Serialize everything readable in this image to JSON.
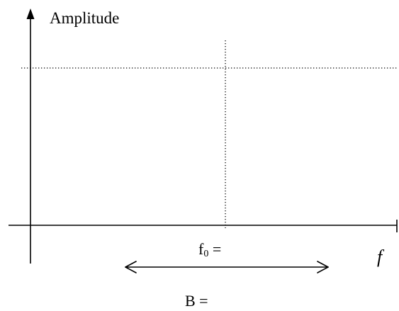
{
  "diagram": {
    "y_axis_label": "Amplitude",
    "x_axis_label": "f",
    "center_frequency_label": {
      "symbol": "f",
      "subscript": "0",
      "suffix": " ="
    },
    "bandwidth_label": "B =",
    "line_color": "#000000",
    "background_color": "#ffffff"
  }
}
